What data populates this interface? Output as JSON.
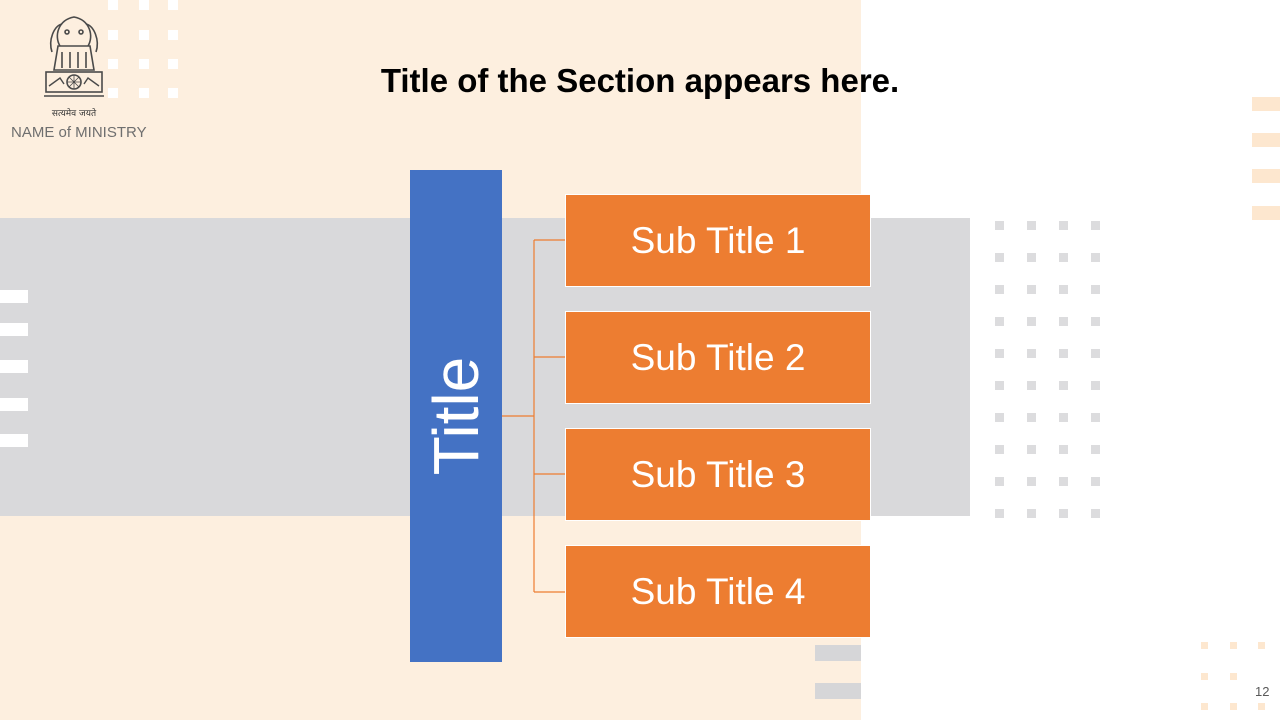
{
  "header": {
    "emblem_motto": "सत्यमेव जयते",
    "ministry_name": "NAME of MINISTRY"
  },
  "slide": {
    "section_title": "Title of the Section appears here.",
    "diagram": {
      "main_title": "Title",
      "sub_titles": [
        "Sub Title 1",
        "Sub Title 2",
        "Sub Title 3",
        "Sub Title 4"
      ]
    },
    "page_number": "12"
  },
  "colors": {
    "title_box": "#4472c4",
    "sub_box": "#ed7d31",
    "connector": "#ed7d31",
    "peach_background": "#fdefdf",
    "gray_band": "#d9d9db"
  }
}
